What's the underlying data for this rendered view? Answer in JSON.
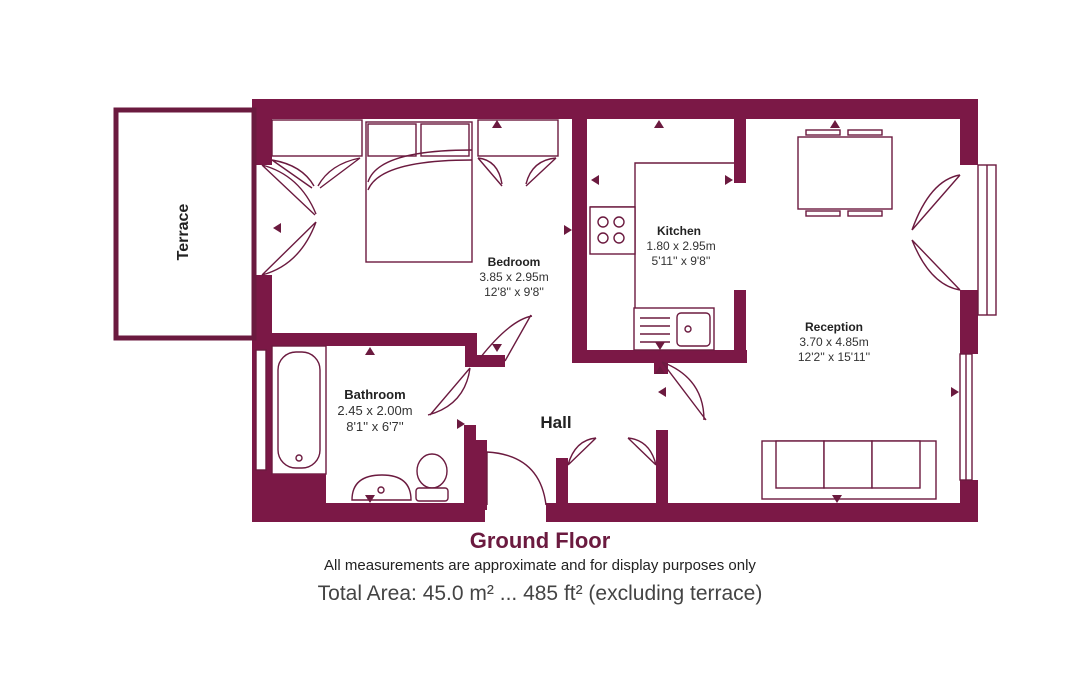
{
  "palette": {
    "wall": "#7b1846",
    "line": "#6b1a3f",
    "text": "#222222"
  },
  "rooms": {
    "terrace": {
      "name": "Terrace"
    },
    "bedroom": {
      "name": "Bedroom",
      "metric": "3.85 x 2.95m",
      "imperial": "12'8'' x 9'8''"
    },
    "kitchen": {
      "name": "Kitchen",
      "metric": "1.80 x 2.95m",
      "imperial": "5'11'' x 9'8''"
    },
    "reception": {
      "name": "Reception",
      "metric": "3.70 x 4.85m",
      "imperial": "12'2'' x 15'11''"
    },
    "bathroom": {
      "name": "Bathroom",
      "metric": "2.45 x 2.00m",
      "imperial": "8'1'' x 6'7''"
    },
    "hall": {
      "name": "Hall"
    }
  },
  "footer": {
    "floor": "Ground Floor",
    "disclaimer": "All measurements are approximate and for display purposes only",
    "total_area": "Total Area: 45.0 m² ... 485 ft² (excluding terrace)"
  }
}
